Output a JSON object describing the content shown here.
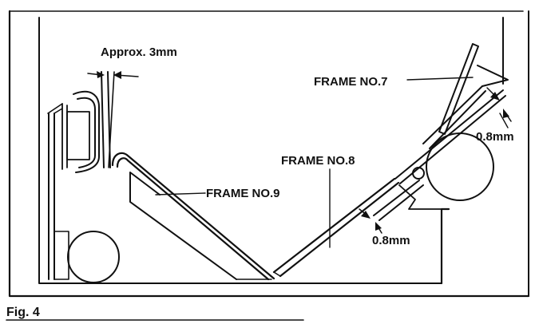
{
  "figure": {
    "caption": "Fig. 4",
    "labels": {
      "gap_approx": "Approx. 3mm",
      "frame7": "FRAME NO.7",
      "frame8": "FRAME NO.8",
      "frame9": "FRAME NO.9",
      "clearance_upper": "0.8mm",
      "clearance_lower": "0.8mm"
    }
  }
}
